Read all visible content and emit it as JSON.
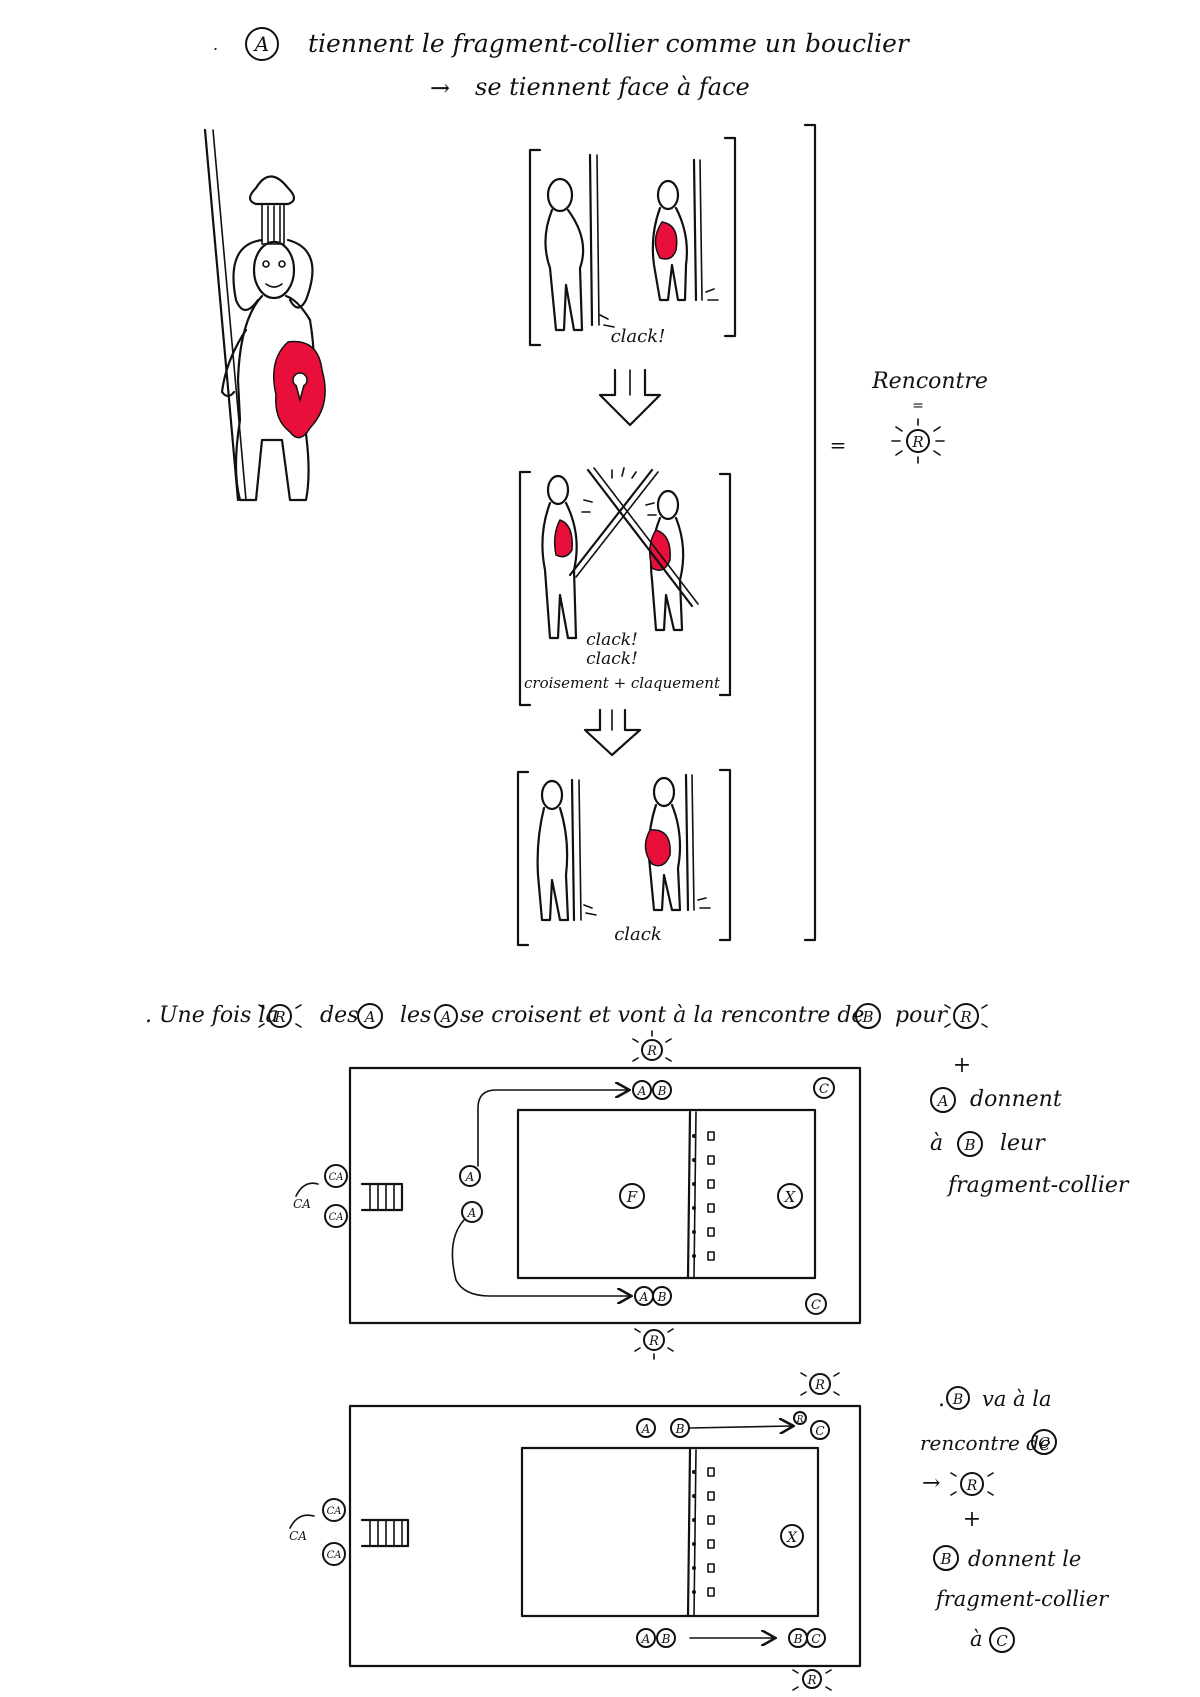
{
  "header": {
    "line1_subject": "A",
    "line1_text": "tiennent le fragment-collier comme un bouclier",
    "line2_arrow": "→",
    "line2_text": "se tiennent face à face"
  },
  "panels": {
    "p1_caption": "clack!",
    "p2_caption_1": "clack!",
    "p2_caption_2": "clack!",
    "p2_caption_3": "croisement + claquement",
    "p3_caption": "clack"
  },
  "result": {
    "equals": "=",
    "label": "Rencontre",
    "symbol": "R"
  },
  "sentence": {
    "t1": ". Une fois la",
    "r1": "R",
    "t2": "des",
    "a1": "A",
    "t3": "les",
    "a2": "A",
    "t4": "se croisent et vont à la rencontre de",
    "b1": "B",
    "t5": "pour",
    "r2": "R"
  },
  "field1": {
    "r_top": "R",
    "r_bottom": "R",
    "top_a": "A",
    "top_b": "B",
    "bot_a": "A",
    "bot_b": "B",
    "left_a1": "A",
    "left_a2": "A",
    "c_top": "C",
    "c_bottom": "C",
    "f": "F",
    "x": "X",
    "ca1": "CA",
    "ca2": "CA",
    "ca_arc": "CA"
  },
  "note1": {
    "plus": "+",
    "a": "A",
    "line1": "donnent",
    "line2_pre": "à",
    "b": "B",
    "line2_post": "leur",
    "line3": "fragment-collier"
  },
  "field2": {
    "r_top": "R",
    "r_small": "R",
    "r_bottom": "R",
    "top_a": "A",
    "top_b": "B",
    "top_c": "C",
    "bot_a": "A",
    "bot_b": "B",
    "bot_b2": "B",
    "bot_c": "C",
    "x": "X",
    "ca1": "CA",
    "ca2": "CA",
    "ca_arc": "CA"
  },
  "note2": {
    "b1": "B",
    "line1_pre": ".",
    "line1_post": "va à la",
    "line2": "rencontre de",
    "c1": "C",
    "arrow": "→",
    "r": "R",
    "plus": "+",
    "b2": "B",
    "line3": "donnent le",
    "line4": "fragment-collier",
    "line5": "à",
    "c2": "C"
  }
}
